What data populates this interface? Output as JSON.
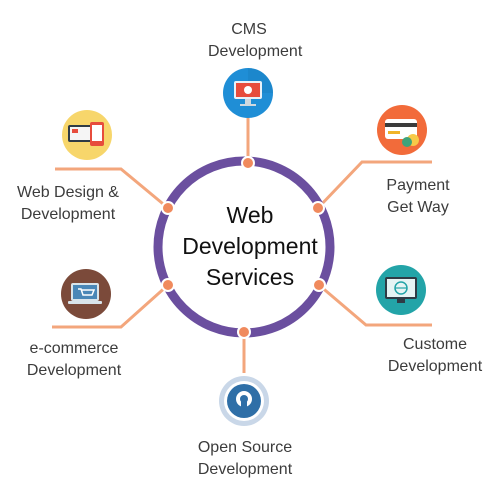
{
  "center": {
    "lines": [
      "Web",
      "Development",
      "Services"
    ]
  },
  "nodes": [
    {
      "id": "cms",
      "lines": [
        "CMS",
        "Development"
      ]
    },
    {
      "id": "payment",
      "lines": [
        "Payment",
        "Get Way"
      ]
    },
    {
      "id": "customer",
      "lines": [
        "Custome",
        "Development"
      ]
    },
    {
      "id": "opensource",
      "lines": [
        "Open Source",
        "Development"
      ]
    },
    {
      "id": "ecommerce",
      "lines": [
        "e-commerce",
        "Development"
      ]
    },
    {
      "id": "webdesign",
      "lines": [
        "Web Design &",
        "Development"
      ]
    }
  ],
  "colors": {
    "ring": "#6b4f9f",
    "connector": "#f3a67c",
    "dot": "#f08a5d",
    "text": "#3c3c3c",
    "icon_cms": "#1f8ed6",
    "icon_payment": "#f26b3a",
    "icon_customer": "#23a4a8",
    "icon_opensource": "#c9d7e8",
    "icon_ecommerce": "#7b4a3a",
    "icon_webdesign": "#f7d66b"
  },
  "icons": [
    "monitor-icon",
    "credit-card-icon",
    "computer-globe-icon",
    "open-source-icon",
    "laptop-cart-icon",
    "devices-design-icon"
  ]
}
